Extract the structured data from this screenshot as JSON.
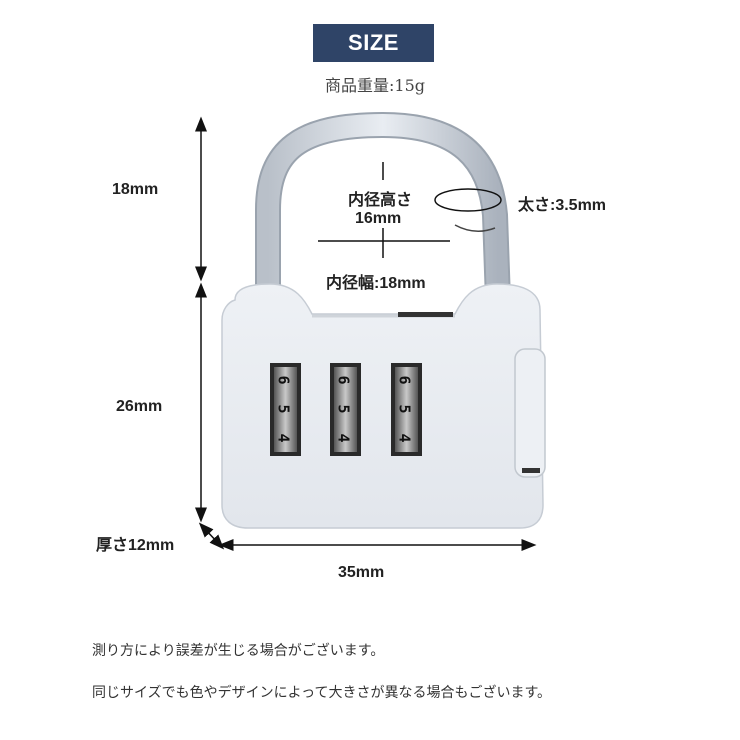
{
  "header": {
    "badge_label": "SIZE",
    "badge_color": "#2f4467",
    "weight_text": "商品重量:15g"
  },
  "product": {
    "name": "combination-padlock",
    "dial_digits": [
      [
        "6",
        "5",
        "4"
      ],
      [
        "6",
        "5",
        "4"
      ],
      [
        "6",
        "5",
        "4"
      ]
    ]
  },
  "dimensions": {
    "shackle_height": "18mm",
    "body_height": "26mm",
    "thickness": "厚さ12mm",
    "width": "35mm",
    "inner_height_label": "内径高さ",
    "inner_height_value": "16mm",
    "inner_width": "内径幅:18mm",
    "wire_thickness": "太さ:3.5mm"
  },
  "notes": [
    "測り方により誤差が生じる場合がございます。",
    "同じサイズでも色やデザインによって大きさが異なる場合もございます。"
  ]
}
